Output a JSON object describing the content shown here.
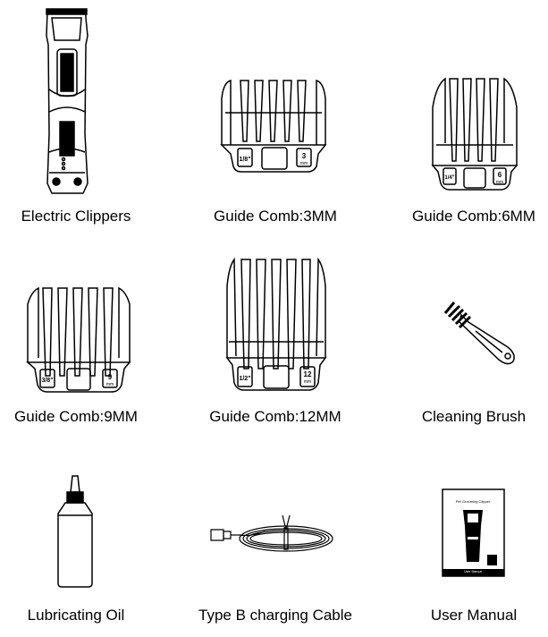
{
  "items": [
    {
      "label": "Electric Clippers"
    },
    {
      "label": "Guide Comb:3MM",
      "inch": "1/8\"",
      "mm": "3",
      "unit": "mm"
    },
    {
      "label": "Guide Comb:6MM",
      "inch": "1/4\"",
      "mm": "6",
      "unit": "mm"
    },
    {
      "label": "Guide Comb:9MM",
      "inch": "3/8\"",
      "mm": "9",
      "unit": "mm"
    },
    {
      "label": "Guide Comb:12MM",
      "inch": "1/2\"",
      "mm": "12",
      "unit": "mm"
    },
    {
      "label": "Cleaning Brush"
    },
    {
      "label": "Lubricating Oil"
    },
    {
      "label": "Type B charging Cable"
    },
    {
      "label": "User Manual",
      "cover_title": "Pet Grooming Clipper",
      "cover_subtitle": "User Manual"
    }
  ]
}
